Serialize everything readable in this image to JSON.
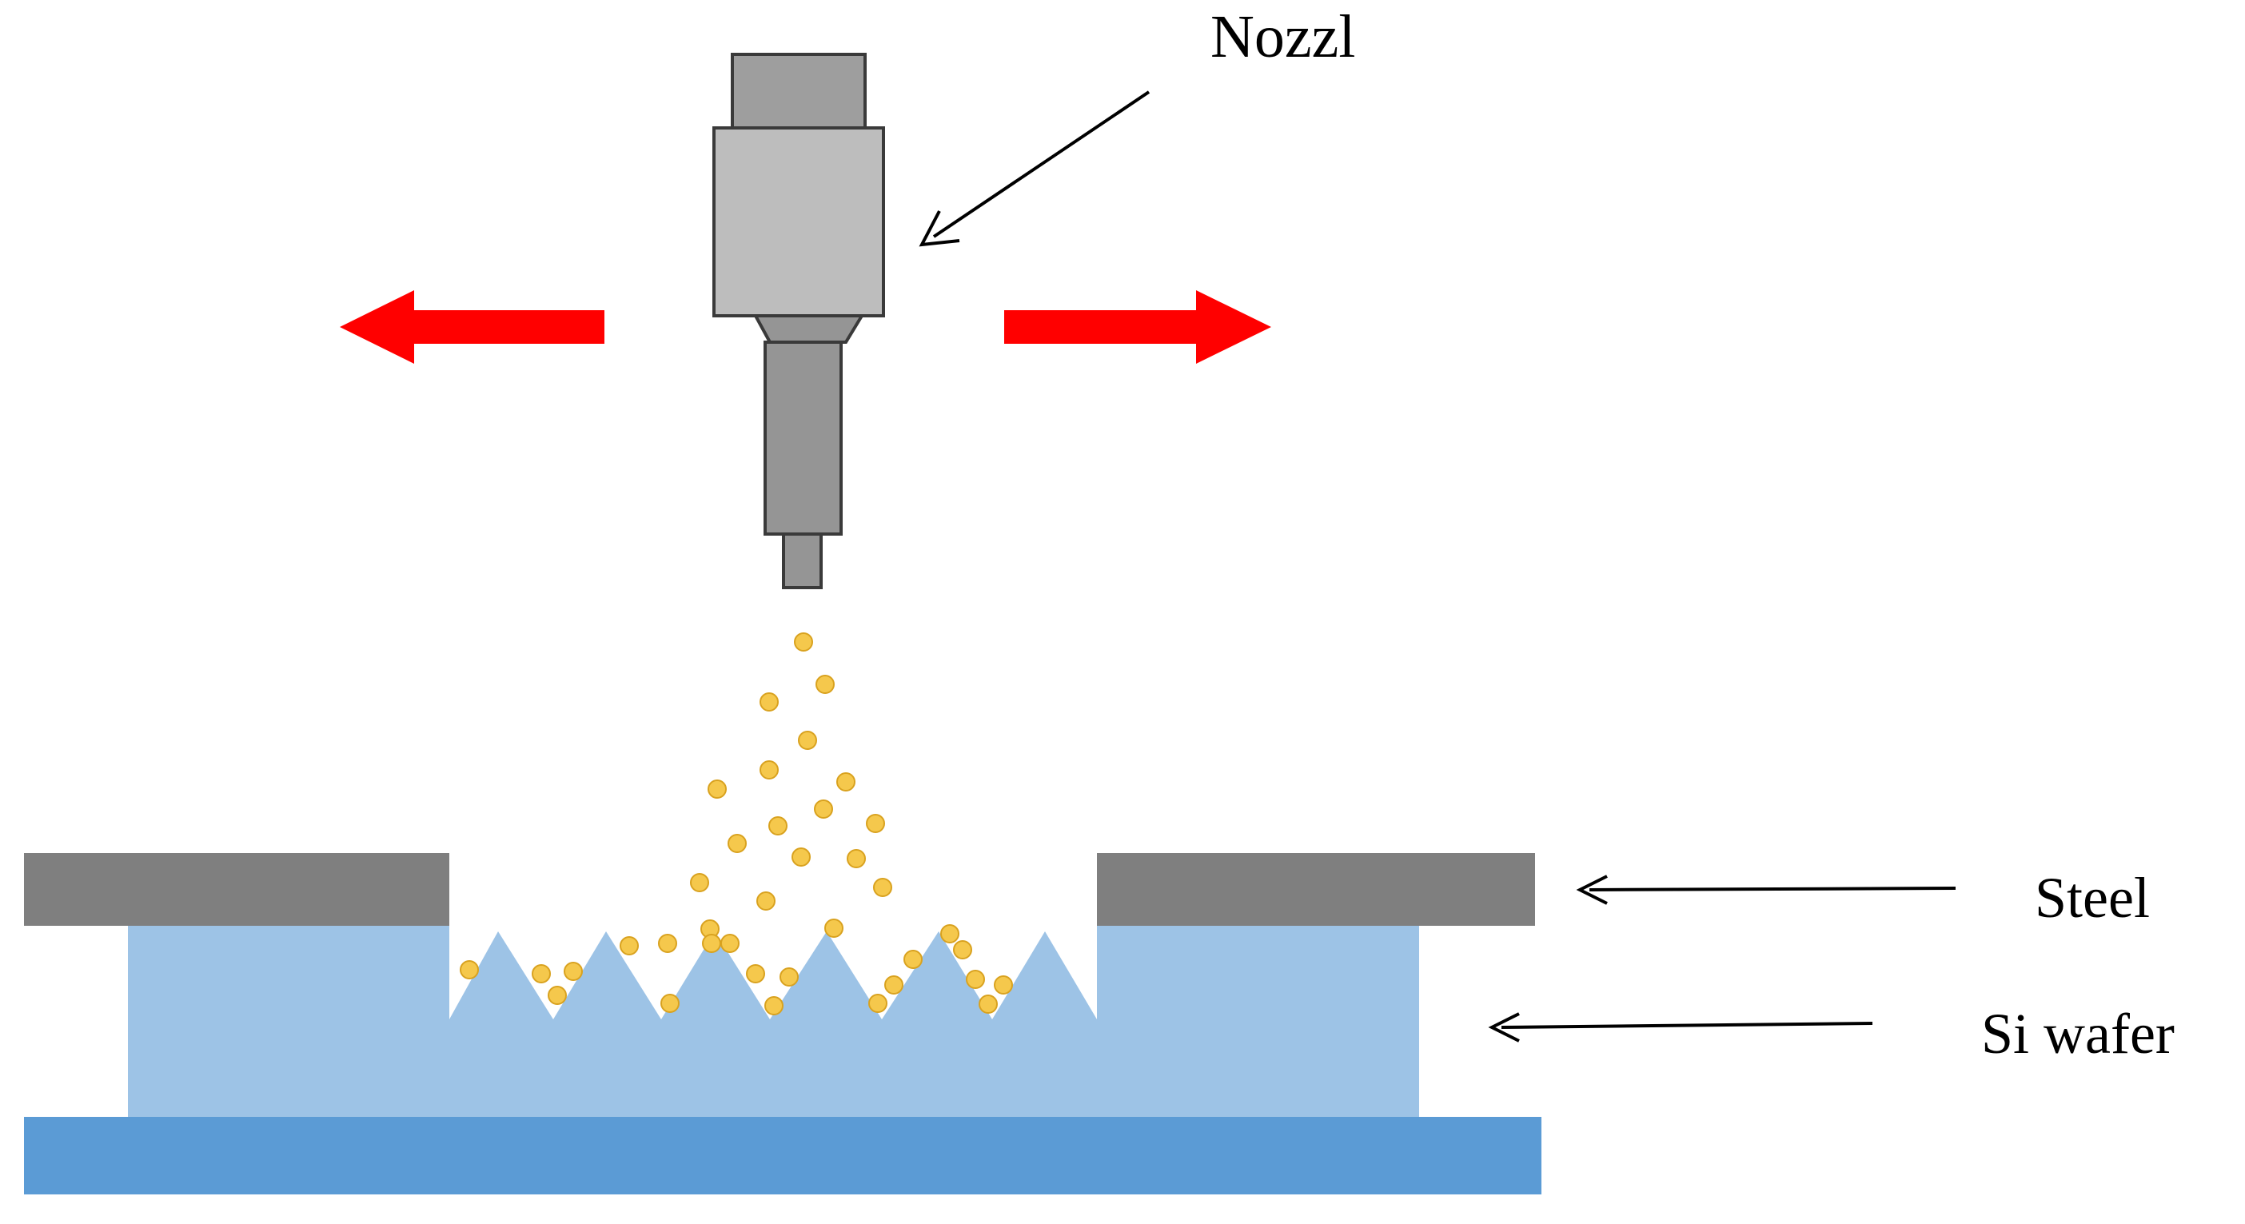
{
  "labels": {
    "nozzle": "Nozzl",
    "steel": "Steel",
    "si_wafer": "Si wafer"
  },
  "colors": {
    "nozzle_cap": "#9e9e9e",
    "nozzle_body": "#bdbdbd",
    "nozzle_lower": "#959595",
    "nozzle_outline": "#3a3a3a",
    "arrow_red": "#ff0000",
    "particle_fill": "#f5c84c",
    "particle_stroke": "#d9a21f",
    "steel": "#7f7f7f",
    "si_wafer": "#9dc3e6",
    "base": "#5b9bd5"
  },
  "icons": {
    "move_left": "left-arrow-icon",
    "move_right": "right-arrow-icon"
  }
}
